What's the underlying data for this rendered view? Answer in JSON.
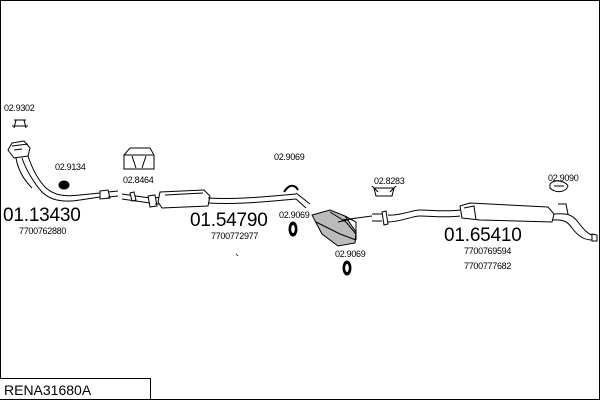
{
  "reference": "RENA31680A",
  "sections": [
    {
      "part_number": "01.13430",
      "oe_numbers": [
        "7700762880"
      ]
    },
    {
      "part_number": "01.54790",
      "oe_numbers": [
        "7700772977"
      ]
    },
    {
      "part_number": "01.65410",
      "oe_numbers": [
        "7700769594",
        "7700777682"
      ]
    }
  ],
  "fittings": [
    {
      "code": "02.9302"
    },
    {
      "code": "02.9134"
    },
    {
      "code": "02.8464"
    },
    {
      "code": "02.9069"
    },
    {
      "code": "02.9069"
    },
    {
      "code": "02.9069"
    },
    {
      "code": "02.8283"
    },
    {
      "code": "02.9090"
    }
  ]
}
